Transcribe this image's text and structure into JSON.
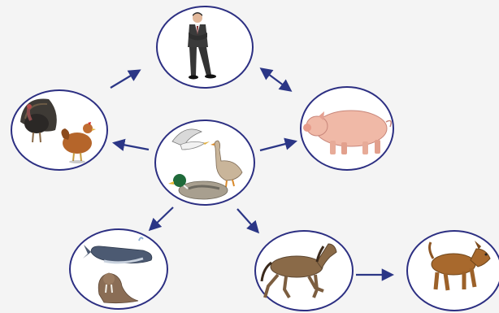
{
  "diagram": {
    "colors": {
      "background": "#f4f4f4",
      "node_ring": "#2c2f82",
      "node_fill": "#ffffff",
      "arrow": "#2b3686"
    },
    "nodes": [
      {
        "id": "human",
        "icon": "businessman-icon"
      },
      {
        "id": "poultry",
        "icon": "turkey-and-hen-icon"
      },
      {
        "id": "wild-birds",
        "icon": "gull-goose-duck-icon"
      },
      {
        "id": "pig",
        "icon": "pig-icon"
      },
      {
        "id": "marine-mammals",
        "icon": "whale-and-walrus-icon"
      },
      {
        "id": "horse",
        "icon": "horse-icon"
      },
      {
        "id": "dog",
        "icon": "dog-icon"
      }
    ],
    "arrows": [
      {
        "from": "wild-birds",
        "to": "poultry",
        "direction": "one-way"
      },
      {
        "from": "poultry",
        "to": "human",
        "direction": "one-way"
      },
      {
        "from": "human",
        "to": "pig",
        "direction": "two-way"
      },
      {
        "from": "wild-birds",
        "to": "pig",
        "direction": "one-way"
      },
      {
        "from": "wild-birds",
        "to": "marine-mammals",
        "direction": "one-way"
      },
      {
        "from": "wild-birds",
        "to": "horse",
        "direction": "one-way"
      },
      {
        "from": "horse",
        "to": "dog",
        "direction": "one-way"
      }
    ]
  }
}
